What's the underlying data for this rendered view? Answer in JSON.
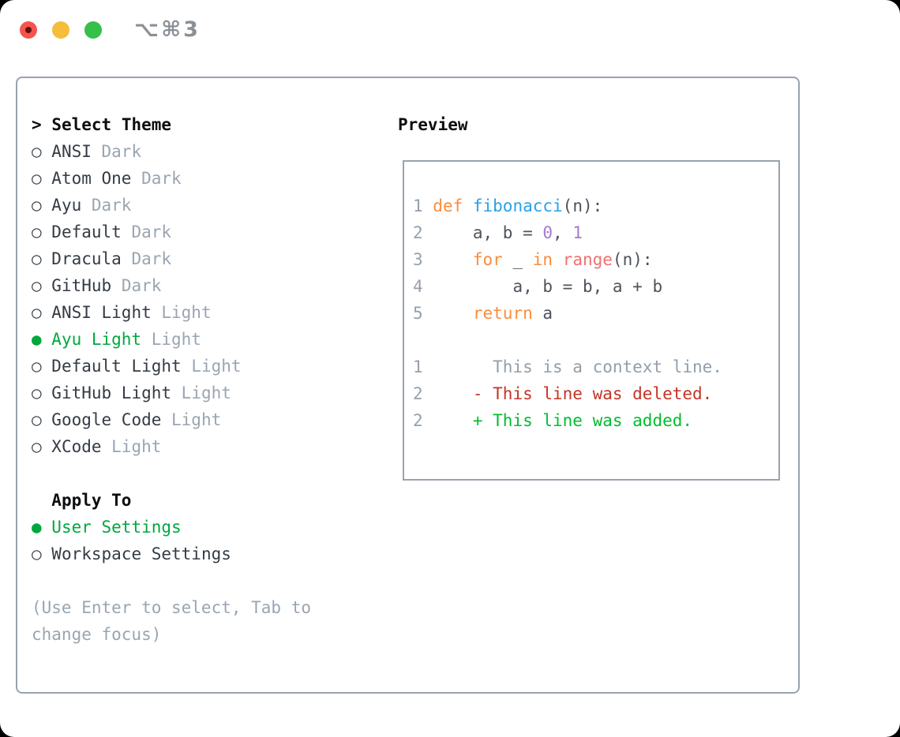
{
  "window": {
    "title": "⌥⌘3"
  },
  "panel": {
    "theme_list": {
      "cursor": ">",
      "header": "Select Theme",
      "items": [
        {
          "name": "ANSI",
          "variant": "Dark",
          "selected": false
        },
        {
          "name": "Atom One",
          "variant": "Dark",
          "selected": false
        },
        {
          "name": "Ayu",
          "variant": "Dark",
          "selected": false
        },
        {
          "name": "Default",
          "variant": "Dark",
          "selected": false
        },
        {
          "name": "Dracula",
          "variant": "Dark",
          "selected": false
        },
        {
          "name": "GitHub",
          "variant": "Dark",
          "selected": false
        },
        {
          "name": "ANSI Light",
          "variant": "Light",
          "selected": false
        },
        {
          "name": "Ayu Light",
          "variant": "Light",
          "selected": true
        },
        {
          "name": "Default Light",
          "variant": "Light",
          "selected": false
        },
        {
          "name": "GitHub Light",
          "variant": "Light",
          "selected": false
        },
        {
          "name": "Google Code",
          "variant": "Light",
          "selected": false
        },
        {
          "name": "XCode",
          "variant": "Light",
          "selected": false
        }
      ]
    },
    "apply_to": {
      "header": "Apply To",
      "items": [
        {
          "label": "User Settings",
          "selected": true
        },
        {
          "label": "Workspace Settings",
          "selected": false
        }
      ]
    },
    "help_lines": [
      "(Use Enter to select, Tab to",
      "change focus)"
    ],
    "preview": {
      "header": "Preview",
      "lines": [
        [
          {
            "t": "1 ",
            "c": "ln"
          },
          {
            "t": "def ",
            "c": "kw"
          },
          {
            "t": "fibonacci",
            "c": "fn"
          },
          {
            "t": "(n):",
            "c": "df"
          }
        ],
        [
          {
            "t": "2 ",
            "c": "ln"
          },
          {
            "t": "    a, b = ",
            "c": "df"
          },
          {
            "t": "0",
            "c": "num"
          },
          {
            "t": ", ",
            "c": "df"
          },
          {
            "t": "1",
            "c": "num"
          }
        ],
        [
          {
            "t": "3 ",
            "c": "ln"
          },
          {
            "t": "    ",
            "c": "df"
          },
          {
            "t": "for",
            "c": "kw"
          },
          {
            "t": " _ ",
            "c": "df"
          },
          {
            "t": "in",
            "c": "kw"
          },
          {
            "t": " ",
            "c": "df"
          },
          {
            "t": "range",
            "c": "bi"
          },
          {
            "t": "(n):",
            "c": "df"
          }
        ],
        [
          {
            "t": "4 ",
            "c": "ln"
          },
          {
            "t": "        a, b = b, a + b",
            "c": "df"
          }
        ],
        [
          {
            "t": "5 ",
            "c": "ln"
          },
          {
            "t": "    ",
            "c": "df"
          },
          {
            "t": "return",
            "c": "kw"
          },
          {
            "t": " a",
            "c": "df"
          }
        ],
        [],
        [
          {
            "t": "1 ",
            "c": "ln"
          },
          {
            "t": "      This is a context line.",
            "c": "ctx"
          }
        ],
        [
          {
            "t": "2 ",
            "c": "ln"
          },
          {
            "t": "    - This line was deleted.",
            "c": "del"
          }
        ],
        [
          {
            "t": "2 ",
            "c": "ln"
          },
          {
            "t": "    + This line was added.",
            "c": "add"
          }
        ]
      ]
    }
  },
  "icons": {
    "radio_selected": "●",
    "radio_unselected": "○"
  },
  "colors": {
    "accent_green": "#00a73f",
    "diff_added_green": "#00bd2f",
    "diff_deleted_red": "#c43425",
    "keyword_orange": "#fa8d3e",
    "function_blue": "#2aa0e8",
    "builtin_pink": "#f07171",
    "number_purple": "#a37acc",
    "muted_gray": "#9aa5b1",
    "border_gray": "#99a2ad",
    "traffic_red": "#f4544c",
    "traffic_yellow": "#f5bd3a",
    "traffic_green": "#35bf4b"
  }
}
